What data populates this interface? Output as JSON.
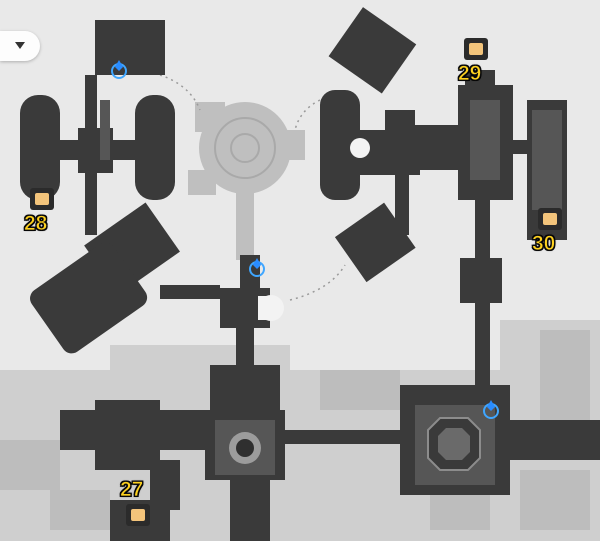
{
  "map": {
    "dropdown_icon": "chevron-down-icon",
    "markers": [
      {
        "id": "27",
        "label": "27",
        "icon": "puzzle-icon"
      },
      {
        "id": "28",
        "label": "28",
        "icon": "puzzle-icon"
      },
      {
        "id": "29",
        "label": "29",
        "icon": "puzzle-icon"
      },
      {
        "id": "30",
        "label": "30",
        "icon": "puzzle-icon"
      }
    ],
    "teleports": [
      "teleport-anchor-icon",
      "teleport-anchor-icon",
      "teleport-anchor-icon"
    ],
    "colors": {
      "background": "#e9e9e9",
      "wall": "#2f2f2f",
      "floor": "#5b5b5b",
      "inactive": "#bdbdbd",
      "marker_text": "#ffd21e",
      "teleport": "#3fa6ff"
    }
  }
}
